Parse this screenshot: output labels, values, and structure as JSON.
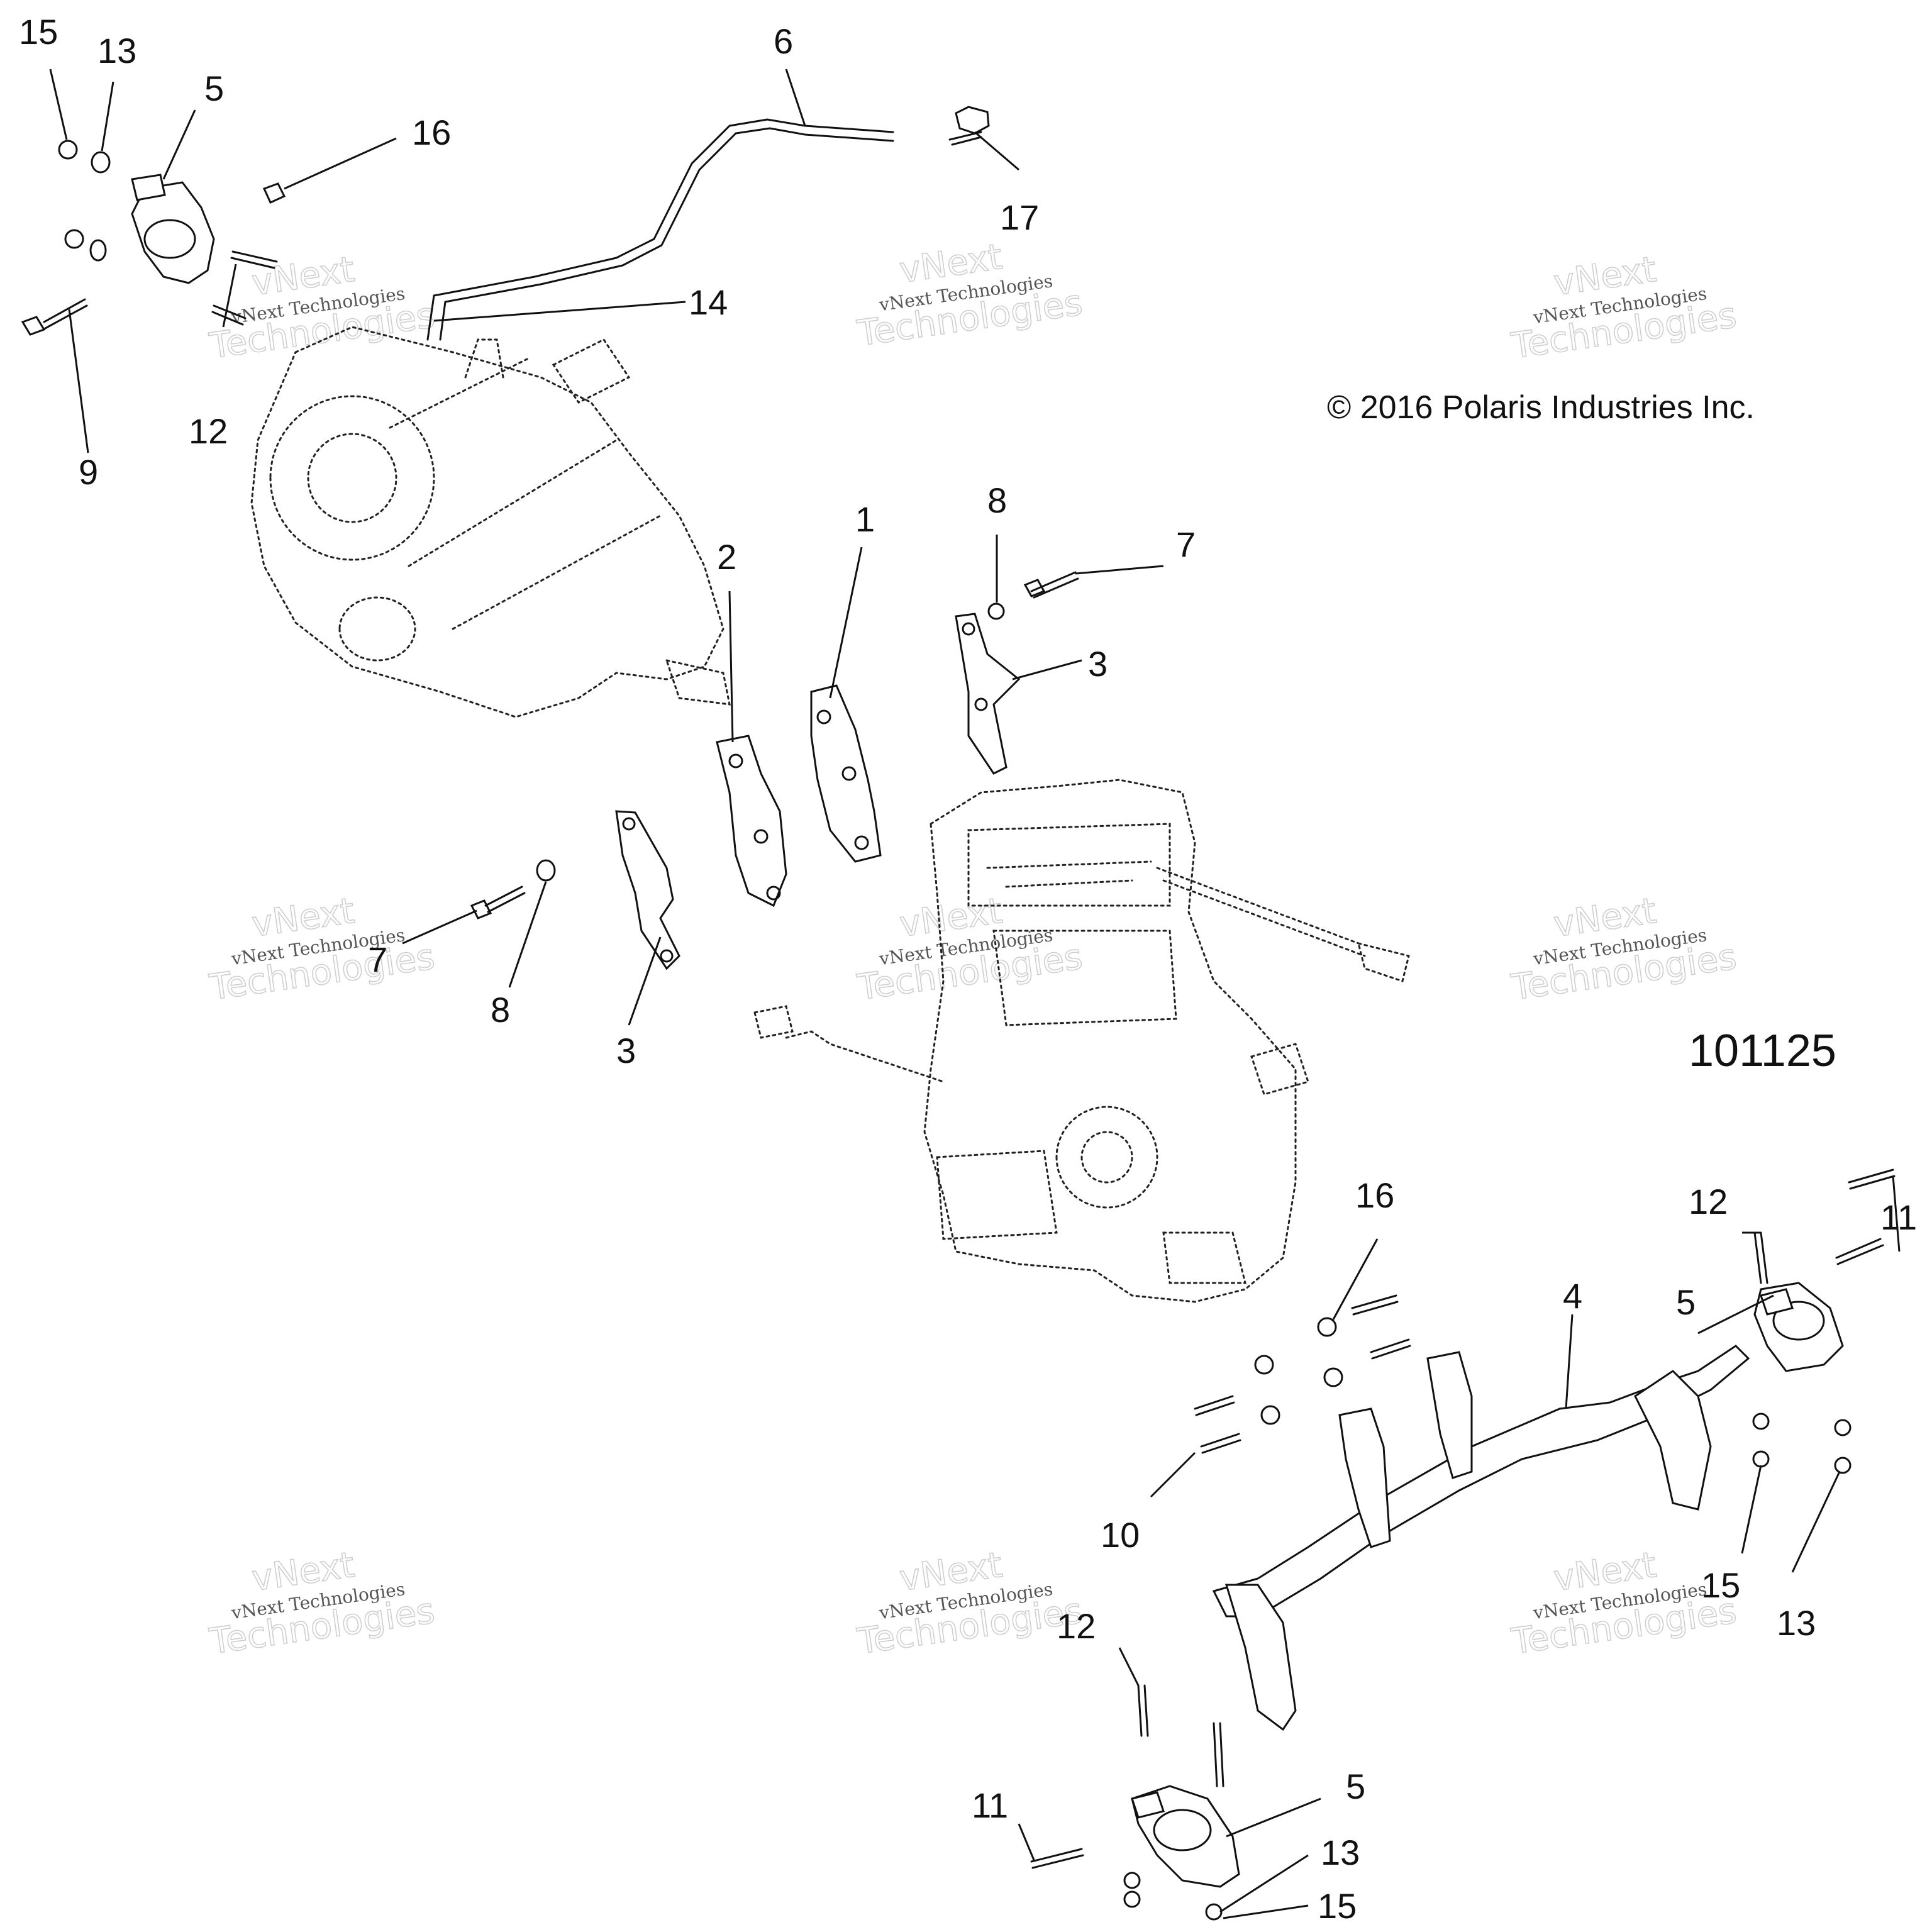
{
  "copyright": "© 2016 Polaris Industries Inc.",
  "diagram_id": "101125",
  "watermark": {
    "line1": "vNext",
    "line2": "vNext Technologies",
    "line3": "Technologies"
  },
  "callouts": {
    "c15a": "15",
    "c13a": "13",
    "c5a": "5",
    "c16a": "16",
    "c6": "6",
    "c17": "17",
    "c14": "14",
    "c12a": "12",
    "c9": "9",
    "c8a": "8",
    "c7a": "7",
    "c1": "1",
    "c2": "2",
    "c3a": "3",
    "c7b": "7",
    "c8b": "8",
    "c3b": "3",
    "c16b": "16",
    "c12b": "12",
    "c11a": "11",
    "c4": "4",
    "c5b": "5",
    "c10": "10",
    "c15b": "15",
    "c13b": "13",
    "c12c": "12",
    "c11b": "11",
    "c5c": "5",
    "c13c": "13",
    "c15c": "15"
  }
}
